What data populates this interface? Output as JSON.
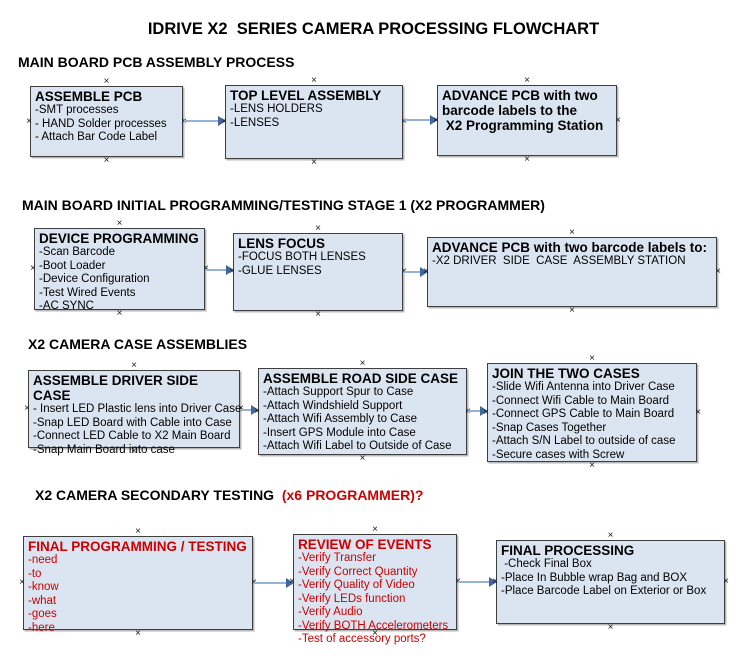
{
  "title": "IDRIVE X2  SERIES CAMERA PROCESSING FLOWCHART",
  "colors": {
    "box_fill": "#dbe5f1",
    "box_border": "#3f3f3f",
    "red_text": "#cc0000",
    "connector_line": "#95b3d7",
    "connector_arrow": "#41669b"
  },
  "sections": [
    {
      "heading": "MAIN BOARD PCB ASSEMBLY PROCESS",
      "boxes": [
        {
          "title": "ASSEMBLE PCB",
          "items": [
            "-SMT processes",
            "- HAND Solder processes",
            "- Attach Bar Code Label"
          ]
        },
        {
          "title": "TOP LEVEL ASSEMBLY",
          "items": [
            "-LENS HOLDERS",
            "-LENSES"
          ]
        },
        {
          "title": "ADVANCE PCB with two\nbarcode labels to the\n X2 Programming Station",
          "items": []
        }
      ]
    },
    {
      "heading": "MAIN BOARD INITIAL PROGRAMMING/TESTING STAGE 1 (X2 PROGRAMMER)",
      "boxes": [
        {
          "title": "DEVICE PROGRAMMING",
          "items": [
            "-Scan Barcode",
            "-Boot Loader",
            "-Device Configuration",
            "-Test Wired Events",
            "-AC SYNC"
          ]
        },
        {
          "title": "LENS FOCUS",
          "items": [
            "-FOCUS BOTH LENSES",
            "-GLUE LENSES"
          ]
        },
        {
          "title": "ADVANCE PCB with two barcode labels to:",
          "items": [
            "-X2 DRIVER  SIDE  CASE  ASSEMBLY STATION"
          ]
        }
      ]
    },
    {
      "heading": "X2 CAMERA CASE ASSEMBLIES",
      "boxes": [
        {
          "title": "ASSEMBLE DRIVER SIDE CASE",
          "items": [
            "- Insert LED Plastic lens into Driver Case",
            "-Snap LED Board with Cable into Case",
            "-Connect LED Cable to X2 Main Board",
            "-Snap Main Board into case"
          ]
        },
        {
          "title": "ASSEMBLE ROAD SIDE CASE",
          "items": [
            "-Attach Support Spur to Case",
            "-Attach Windshield Support",
            "-Attach Wifi Assembly to Case",
            "-Insert GPS Module into Case",
            "-Attach Wifi Label to Outside of Case"
          ]
        },
        {
          "title": "JOIN THE TWO CASES",
          "items": [
            "-Slide Wifi Antenna into Driver Case",
            "-Connect Wifi Cable to Main Board",
            "-Connect GPS Cable to Main Board",
            "-Snap Cases Together",
            "-Attach S/N Label to outside of case",
            "-Secure cases with Screw"
          ]
        }
      ]
    },
    {
      "heading": "X2 CAMERA SECONDARY TESTING  ",
      "heading_red": "(x6 PROGRAMMER)?",
      "boxes": [
        {
          "title": "FINAL PROGRAMMING / TESTING",
          "items": [
            "-need",
            "-to",
            "-know",
            "-what",
            "-goes",
            "-here"
          ]
        },
        {
          "title": "REVIEW OF EVENTS",
          "items": [
            "-Verify Transfer",
            "-Verify Correct Quantity",
            "-Verify Quality of Video",
            "-Verify LEDs function",
            "-Verify Audio",
            "-Verify BOTH Accelerometers",
            "-Test of accessory ports?"
          ]
        },
        {
          "title": "FINAL PROCESSING",
          "items": [
            " -Check Final Box",
            "-Place In Bubble wrap Bag and BOX",
            "-Place Barcode Label on Exterior or Box"
          ]
        }
      ]
    }
  ]
}
